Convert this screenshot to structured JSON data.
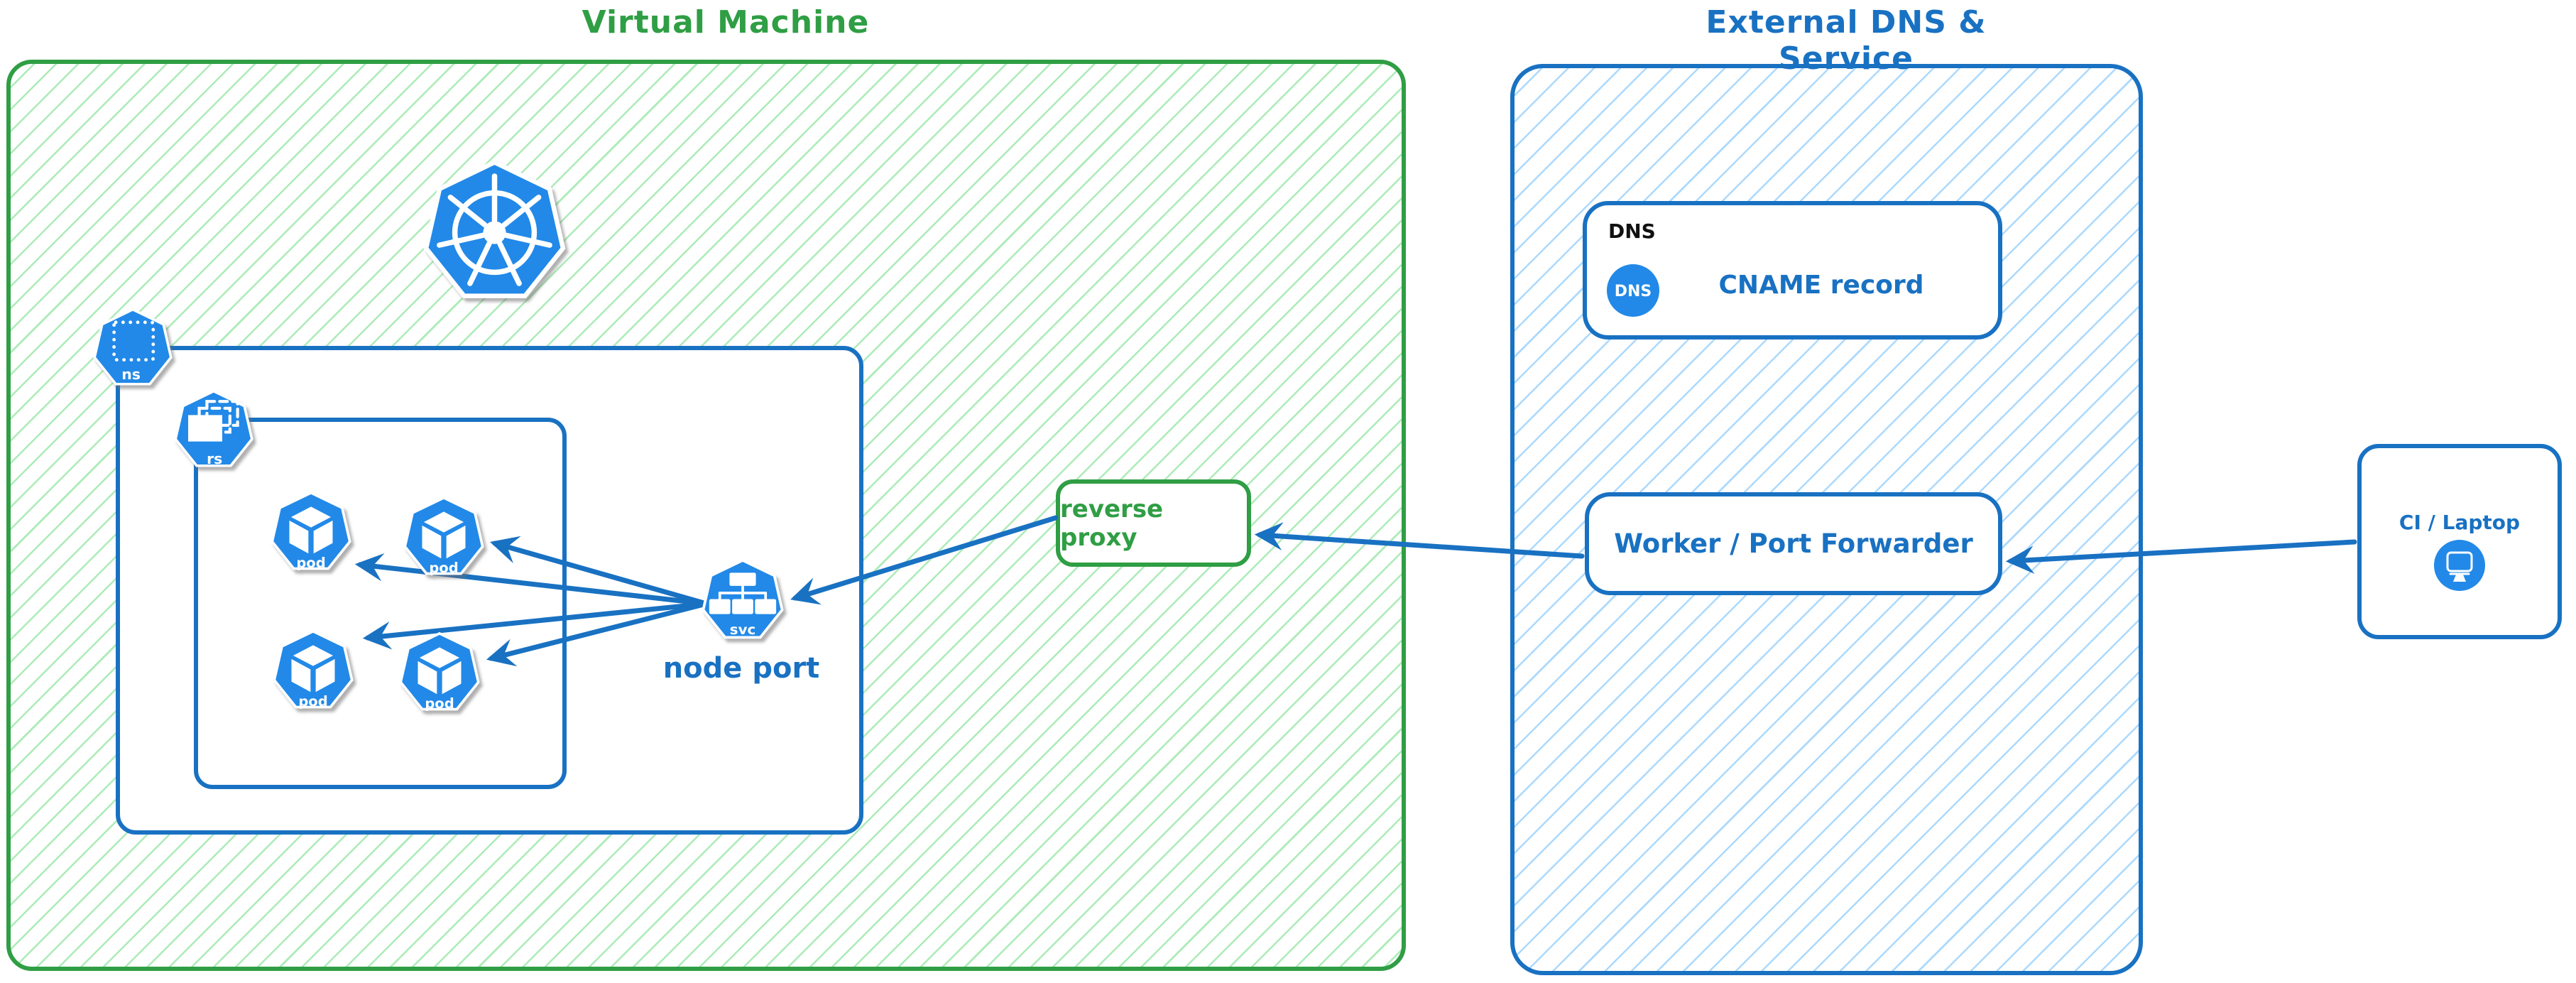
{
  "groups": {
    "vm": {
      "title": "Virtual Machine"
    },
    "external": {
      "title": "External DNS & Service"
    }
  },
  "icon_labels": {
    "namespace": "ns",
    "replicaset": "rs",
    "service": "svc",
    "pod": "pod",
    "dns": "DNS"
  },
  "labels": {
    "node_port": "node port",
    "reverse_proxy": "reverse proxy",
    "dns_header": "DNS",
    "cname_record": "CNAME record",
    "worker": "Worker / Port Forwarder",
    "ci": "CI / Laptop"
  },
  "colors": {
    "green_stroke": "#2f9e44",
    "green_hatch": "#69db7c",
    "blue_stroke": "#1971c2",
    "blue_hatch": "#74c0fc",
    "icon_blue": "#2289e8"
  }
}
